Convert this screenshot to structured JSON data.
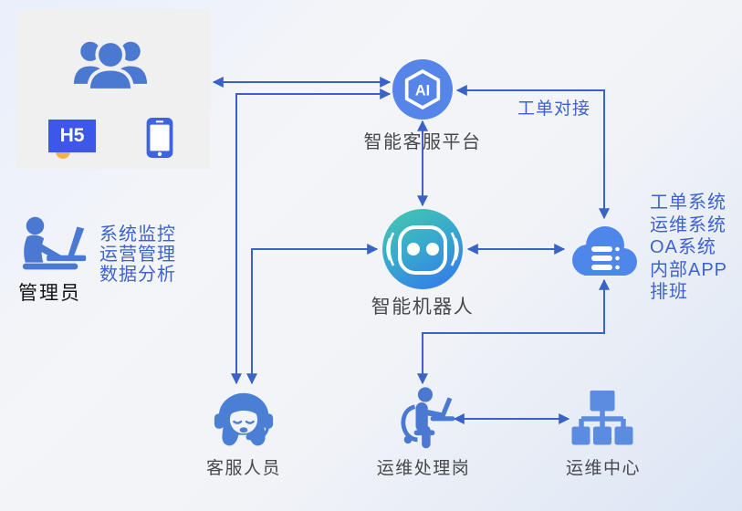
{
  "users_group": {
    "h5_badge": "H5"
  },
  "ai_platform": {
    "icon_text": "AI",
    "label": "智能客服平台"
  },
  "work_order_link": {
    "label": "工单对接"
  },
  "robot": {
    "label": "智能机器人"
  },
  "systems": {
    "lines": [
      "工单系统",
      "运维系统",
      "OA系统",
      "内部APP",
      "排班"
    ]
  },
  "admin": {
    "label": "管理员",
    "functions": [
      "系统监控",
      "运营管理",
      "数据分析"
    ]
  },
  "service_agent": {
    "label": "客服人员"
  },
  "ops_handler": {
    "label": "运维处理岗"
  },
  "ops_center": {
    "label": "运维中心"
  },
  "edges": [
    {
      "from": "users_group",
      "to": "ai_platform",
      "bidirectional": true
    },
    {
      "from": "service_agent",
      "to": "ai_platform",
      "bidirectional": true
    },
    {
      "from": "service_agent",
      "to": "robot",
      "bidirectional": true
    },
    {
      "from": "ai_platform",
      "to": "robot",
      "bidirectional": true
    },
    {
      "from": "robot",
      "to": "cloud_systems",
      "bidirectional": true
    },
    {
      "from": "ai_platform",
      "to": "cloud_systems",
      "bidirectional": true,
      "label": "工单对接"
    },
    {
      "from": "cloud_systems",
      "to": "ops_handler",
      "bidirectional": true
    },
    {
      "from": "ops_handler",
      "to": "ops_center",
      "bidirectional": true
    }
  ],
  "colors": {
    "arrow": "#3a63c6",
    "icon_blue": "#4b79d2",
    "icon_blue_light": "#5b8ce0",
    "cloud_blue": "#4e86ea",
    "badge_blue": "#3d57e8",
    "badge_dot_orange": "#f2b24b",
    "text_blue": "#3e63cd",
    "label_dark": "#47474c",
    "robot_gradient_start": "#45c9ae",
    "robot_gradient_end": "#3584e4",
    "panel_gray": "#f0f0f1"
  }
}
